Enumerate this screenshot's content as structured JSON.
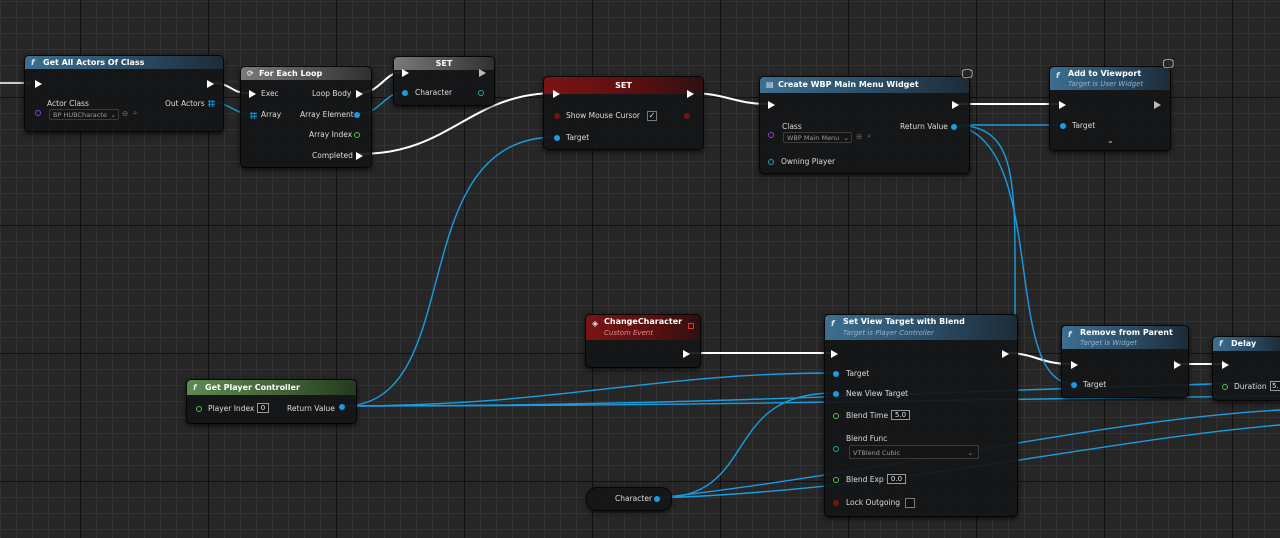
{
  "nodes": {
    "get_all_actors": {
      "title": "Get All Actors Of Class",
      "actor_class_label": "Actor Class",
      "actor_class_value": "BP HUBCharacte",
      "out_actors_label": "Out Actors"
    },
    "for_each": {
      "title": "For Each Loop",
      "exec_label": "Exec",
      "array_label": "Array",
      "loop_body_label": "Loop Body",
      "array_element_label": "Array Element",
      "array_index_label": "Array Index",
      "completed_label": "Completed"
    },
    "set_character": {
      "title": "SET",
      "character_label": "Character"
    },
    "set_mouse": {
      "title": "SET",
      "show_mouse_label": "Show Mouse Cursor",
      "show_mouse_checked": "✓",
      "target_label": "Target"
    },
    "create_widget": {
      "title": "Create WBP Main Menu Widget",
      "class_label": "Class",
      "class_value": "WBP Main Menu",
      "return_label": "Return Value",
      "owning_label": "Owning Player"
    },
    "add_viewport": {
      "title": "Add to Viewport",
      "subtitle": "Target is User Widget",
      "target_label": "Target"
    },
    "change_character": {
      "title": "ChangeCharacter",
      "subtitle": "Custom Event"
    },
    "get_pc": {
      "title": "Get Player Controller",
      "player_index_label": "Player Index",
      "player_index_value": "0",
      "return_label": "Return Value"
    },
    "set_view_target": {
      "title": "Set View Target with Blend",
      "subtitle": "Target is Player Controller",
      "target_label": "Target",
      "new_view_label": "New View Target",
      "blend_time_label": "Blend Time",
      "blend_time_value": "5.0",
      "blend_func_label": "Blend Func",
      "blend_func_value": "VTBlend Cubic",
      "blend_exp_label": "Blend Exp",
      "blend_exp_value": "0.0",
      "lock_label": "Lock Outgoing"
    },
    "remove_parent": {
      "title": "Remove from Parent",
      "subtitle": "Target is Widget",
      "target_label": "Target"
    },
    "delay": {
      "title": "Delay",
      "duration_label": "Duration",
      "duration_value": "5."
    },
    "character_var": {
      "label": "Character"
    }
  },
  "colors": {
    "exec_wire": "#ffffff",
    "object_wire": "#1a9de0",
    "grid_major": "#101010",
    "grid_minor": "#333333"
  },
  "icons": [
    "function-icon",
    "loop-icon",
    "event-icon",
    "monitor-icon",
    "search-icon",
    "reset-icon",
    "chevron-down-icon",
    "checkmark-icon"
  ]
}
